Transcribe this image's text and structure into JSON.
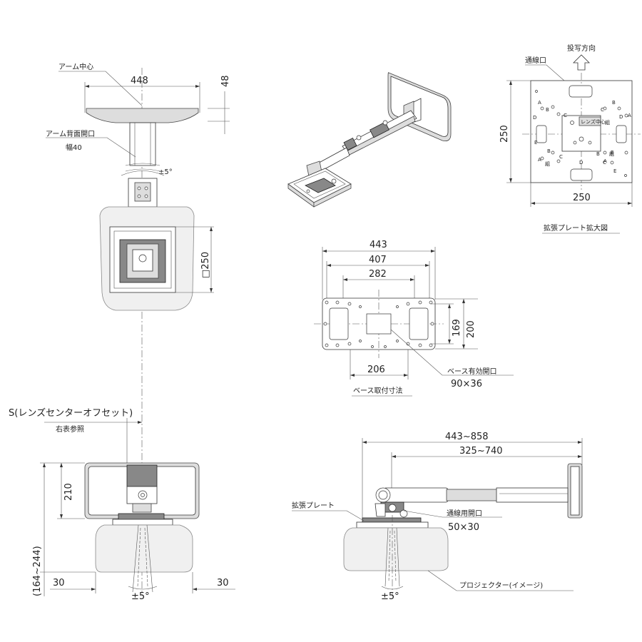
{
  "top_view": {
    "arm_center_label": "アーム中心",
    "width_448": "448",
    "dim_48": "48",
    "arm_back_opening_label": "アーム背面開口",
    "width40_label": "幅40",
    "tilt_label": "±5°",
    "square_250": "□250"
  },
  "plate_detail": {
    "projection_direction_label": "投写方向",
    "cable_hole_label": "通線口",
    "dim_width": "250",
    "dim_height": "250",
    "caption": "拡張プレート拡大図",
    "sticker_text": "レンズ中心",
    "hole_labels": [
      "A",
      "B",
      "C",
      "D",
      "E",
      "A",
      "B",
      "C",
      "D",
      "E",
      "A",
      "B",
      "C",
      "D",
      "A",
      "B",
      "C",
      "E"
    ],
    "sub_labels": [
      "組",
      "組",
      "組"
    ]
  },
  "base_mount": {
    "dim_443": "443",
    "dim_407": "407",
    "dim_282": "282",
    "dim_169": "169",
    "dim_200": "200",
    "dim_206": "206",
    "effective_opening_label": "ベース有効開口",
    "effective_opening_size": "90×36",
    "caption": "ベース取付寸法"
  },
  "front_view": {
    "offset_label": "S(レンズセンターオフセット)",
    "right_table_ref": "右表参照",
    "dim_210": "210",
    "dim_range": "(164~244)",
    "dim_30_left": "30",
    "dim_30_right": "30",
    "tilt_label": "±5°"
  },
  "side_view": {
    "dim_443_858": "443~858",
    "dim_325_740": "325~740",
    "extension_plate_label": "拡張プレート",
    "cable_opening_label": "通線用開口",
    "cable_opening_size": "50×30",
    "projector_label": "プロジェクター(イメージ)",
    "tilt_label": "±5°"
  }
}
